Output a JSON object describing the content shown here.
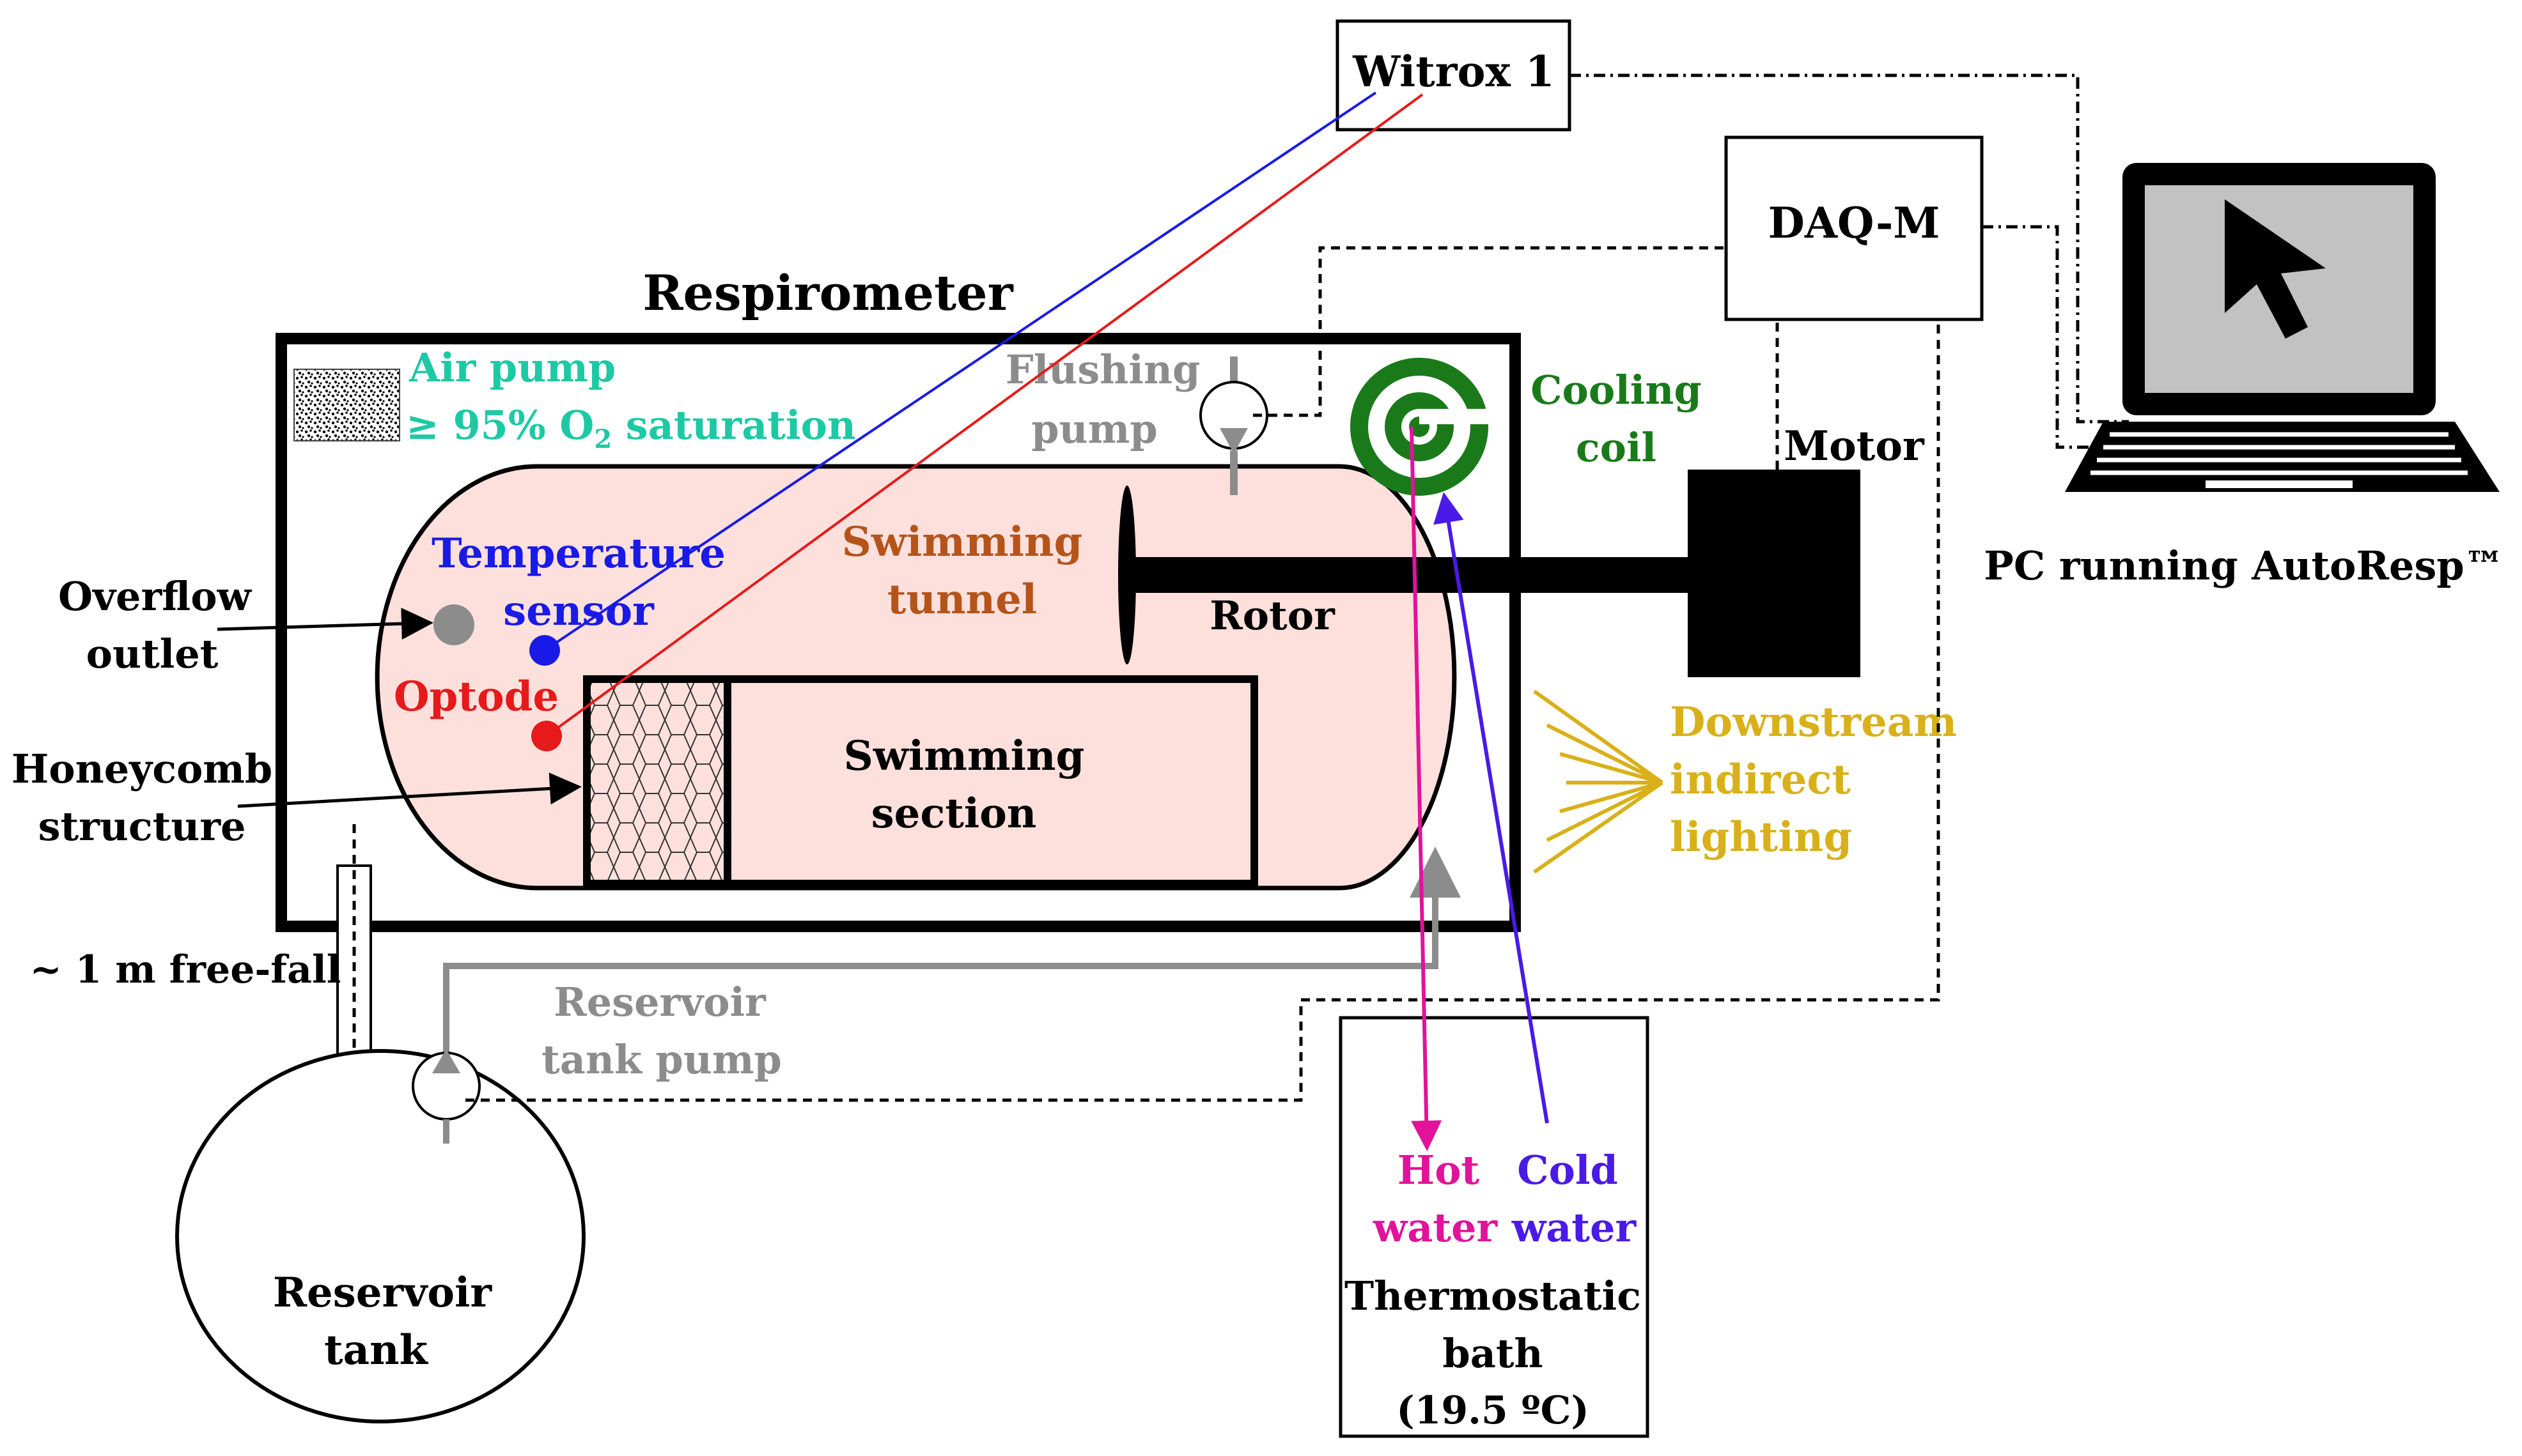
{
  "labels": {
    "witrox": "Witrox 1",
    "daq": "DAQ-M",
    "pc": "PC running AutoResp™",
    "respirometer": "Respirometer",
    "air_pump_1": "Air pump",
    "air_pump_2a": "≥ 95% O",
    "air_pump_2sub": "2",
    "air_pump_2b": " saturation",
    "flushing_1": "Flushing",
    "flushing_2": "pump",
    "cooling_1": "Cooling",
    "cooling_2": "coil",
    "motor": "Motor",
    "temp_1": "Temperature",
    "temp_2": "sensor",
    "swim_tunnel_1": "Swimming",
    "swim_tunnel_2": "tunnel",
    "rotor": "Rotor",
    "overflow_1": "Overflow",
    "overflow_2": "outlet",
    "optode": "Optode",
    "honeycomb_1": "Honeycomb",
    "honeycomb_2": "structure",
    "swim_section_1": "Swimming",
    "swim_section_2": "section",
    "downstream_1": "Downstream",
    "downstream_2": "indirect",
    "downstream_3": "lighting",
    "freefall": "~ 1 m free-fall",
    "res_pump_1": "Reservoir",
    "res_pump_2": "tank pump",
    "res_tank_1": "Reservoir",
    "res_tank_2": "tank",
    "hot_1": "Hot",
    "hot_2": "water",
    "cold_1": "Cold",
    "cold_2": "water",
    "thermo_1": "Thermostatic",
    "thermo_2": "bath",
    "thermo_3": "(19.5 ºC)"
  },
  "colors": {
    "air_pump": "#1dc9a4",
    "flushing": "#8c8c8c",
    "cooling": "#1a7a1a",
    "temperature": "#1a1ae6",
    "optode": "#e61a1a",
    "swim_tunnel": "#b5541a",
    "downstream": "#d9b01a",
    "hot_water": "#e0139a",
    "cold_water": "#4a1ae6",
    "reservoir_pump": "#8c8c8c",
    "tunnel_fill": "#fde0dc"
  }
}
